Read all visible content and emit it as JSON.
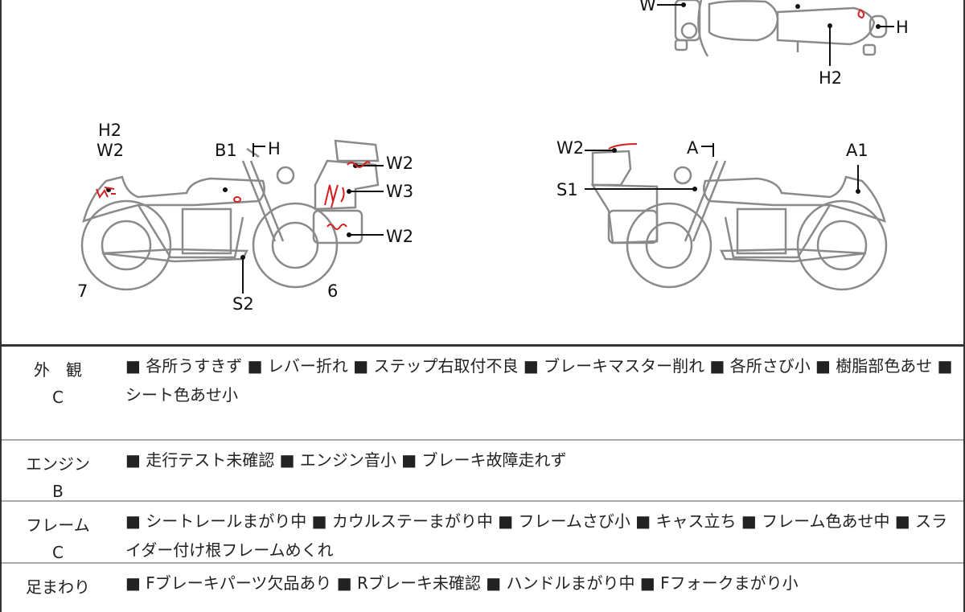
{
  "diagram": {
    "top_view": {
      "labels": [
        "W",
        "H",
        "H2"
      ]
    },
    "left_view": {
      "labels": [
        "H2",
        "W2",
        "B1",
        "H",
        "W2",
        "W3",
        "W2",
        "7",
        "S2",
        "6"
      ]
    },
    "right_view": {
      "labels": [
        "W2",
        "S1",
        "A",
        "A1"
      ]
    },
    "colors": {
      "line": "#8a8a8a",
      "mark": "#d42020"
    }
  },
  "rows": [
    {
      "category": "外　観",
      "grade": "C",
      "text": "■ 各所うすきず ■ レバー折れ ■ ステップ右取付不良 ■ ブレーキマスター削れ ■ 各所さび小 ■ 樹脂部色あせ ■ シート色あせ小"
    },
    {
      "category": "エンジン",
      "grade": "B",
      "text": "■ 走行テスト未確認 ■ エンジン音小 ■ ブレーキ故障走れず"
    },
    {
      "category": "フレーム",
      "grade": "C",
      "text": "■ シートレールまがり中 ■ カウルステーまがり中 ■ フレームさび小 ■ キャス立ち ■ フレーム色あせ中 ■ スライダー付け根フレームめくれ"
    },
    {
      "category": "足まわり",
      "grade": "",
      "text": "■ Fブレーキパーツ欠品あり ■ Rブレーキ未確認 ■ ハンドルまがり中 ■ Fフォークまがり小"
    }
  ]
}
